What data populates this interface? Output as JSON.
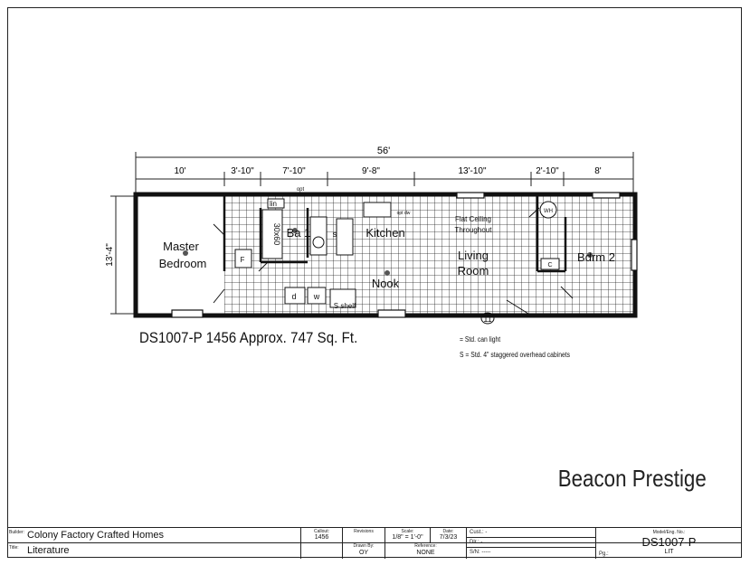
{
  "plan": {
    "overall_width": "56'",
    "width_segments": [
      "10'",
      "3'-10\"",
      "7'-10\"",
      "9'-8\"",
      "13'-10\"",
      "2'-10\"",
      "8'"
    ],
    "depth": "13'-4\"",
    "rooms": {
      "master_bedroom_line1": "Master",
      "master_bedroom_line2": "Bedroom",
      "bath": "Ba 1",
      "kitchen": "Kitchen",
      "nook": "Nook",
      "living_line1": "Living",
      "living_line2": "Room",
      "bedroom2": "Bdrm 2"
    },
    "labels": {
      "opt_top": "opt",
      "opt_dw": "opt dw",
      "lin": "lin",
      "flat_ceiling_line1": "Flat Ceiling",
      "flat_ceiling_line2": "Throughout",
      "shelf": "S shelf",
      "dryer": "d",
      "washer": "w",
      "water_heater": "WH",
      "furnace": "F",
      "closet": "C",
      "tub": "30x60",
      "sink_s": "s",
      "range_ref": "11"
    }
  },
  "title_line": "DS1007-P 1456  Approx. 747 Sq. Ft.",
  "legend": {
    "can_light": "= Std. can light",
    "cabinets": "S = Std. 4\" staggered overhead cabinets"
  },
  "brand": "Beacon Prestige",
  "title_block": {
    "builder_label": "Builder:",
    "builder": "Colony Factory Crafted Homes",
    "title_label": "Title:",
    "title": "Literature",
    "callout_label": "Callout:",
    "callout": "1456",
    "revisions_label": "Revisions",
    "scale_label": "Scale:",
    "scale": "1/8\" = 1'-0\"",
    "date_label": "Date:",
    "date": "7/3/23",
    "drawn_by_label": "Drawn By:",
    "drawn_by": "OY",
    "reference_label": "Reference:",
    "reference": "NONE",
    "cust": "Cust.: -",
    "dlr": "Dlr.: -",
    "sn": "S/N: -----",
    "model_label": "Model/Eng. No.:",
    "model": "DS1007-P",
    "lit": "LIT",
    "pg_label": "Pg.:"
  }
}
